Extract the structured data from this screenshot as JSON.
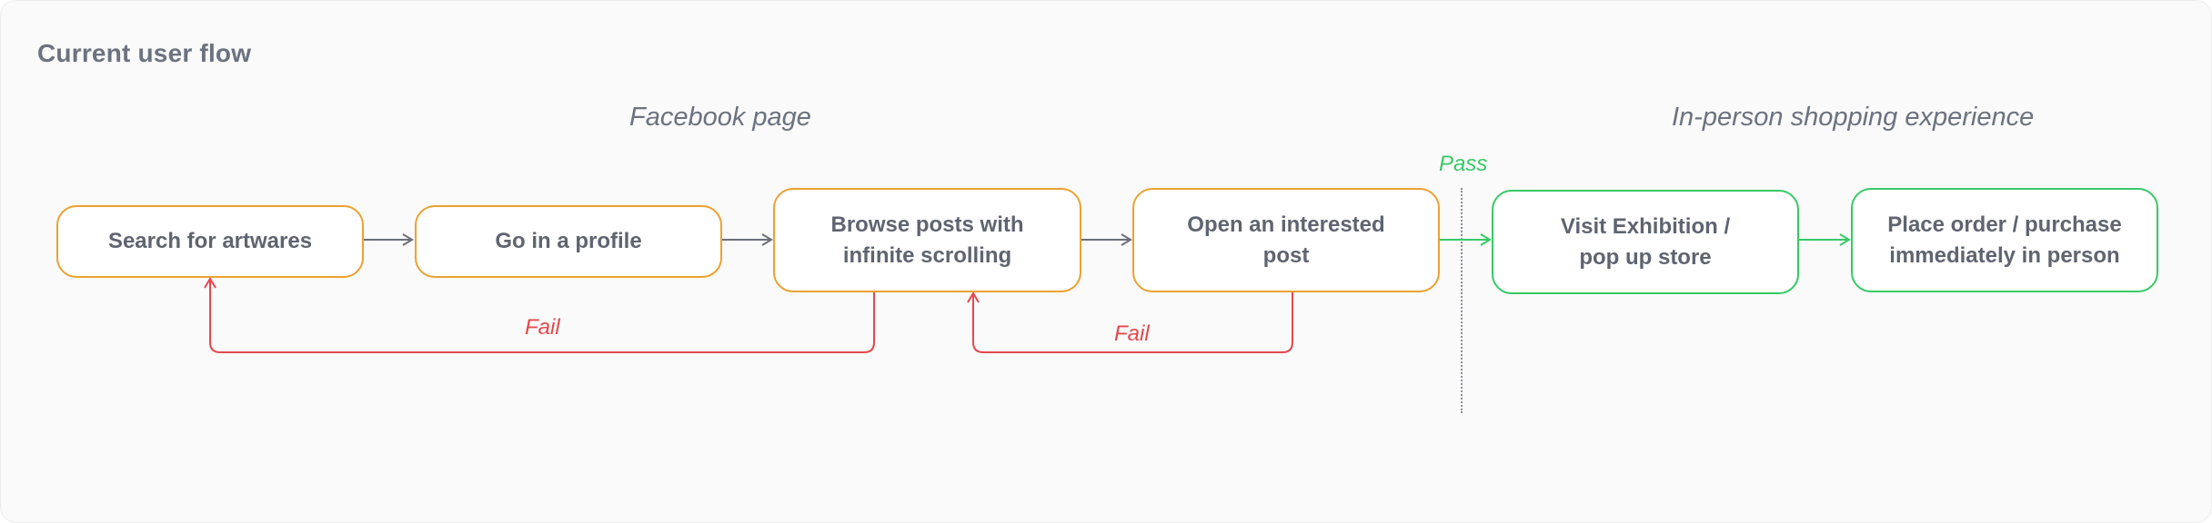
{
  "title": "Current user flow",
  "sections": {
    "facebook_page": "Facebook page",
    "in_person": "In-person shopping experience"
  },
  "steps": [
    {
      "id": "s1",
      "label": "Search for artwares"
    },
    {
      "id": "s2",
      "label": "Go in a profile"
    },
    {
      "id": "s3",
      "label": "Browse posts with\ninfinite scrolling"
    },
    {
      "id": "s4",
      "label": "Open an interested\npost"
    },
    {
      "id": "s5",
      "label": "Visit Exhibition /\npop up store"
    },
    {
      "id": "s6",
      "label": "Place order / purchase\nimmediately in person"
    }
  ],
  "outcomes": {
    "pass": "Pass",
    "fail_1": "Fail",
    "fail_2": "Fail"
  },
  "colors": {
    "step_border_facebook": "#eda12f",
    "step_border_in_person": "#37c966",
    "arrow_neutral": "#6b6f78",
    "arrow_pass": "#37c966",
    "arrow_fail": "#e5484d"
  }
}
